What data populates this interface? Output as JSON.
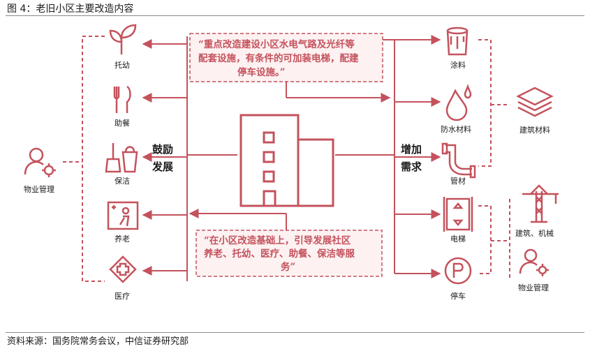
{
  "figure": {
    "title": "图 4：老旧小区主要改造内容"
  },
  "source": "资料来源：国务院常务会议，中信证券研究部",
  "colors": {
    "accent": "#c4525c"
  },
  "left_group": {
    "items": [
      {
        "label": "托幼",
        "icon": "sprout-icon"
      },
      {
        "label": "助餐",
        "icon": "cutlery-icon"
      },
      {
        "label": "保洁",
        "icon": "cleaning-icon"
      },
      {
        "label": "养老",
        "icon": "elderly-care-icon"
      },
      {
        "label": "医疗",
        "icon": "medical-cross-icon"
      }
    ],
    "actor": {
      "label": "物业管理",
      "icon": "person-gear-icon"
    },
    "arrow_label": [
      "鼓励",
      "发展"
    ]
  },
  "right_group": {
    "items": [
      {
        "label": "涂料",
        "icon": "paint-bucket-icon"
      },
      {
        "label": "防水材料",
        "icon": "water-drop-icon"
      },
      {
        "label": "管材",
        "icon": "pipe-icon"
      },
      {
        "label": "电梯",
        "icon": "elevator-icon"
      },
      {
        "label": "停车",
        "icon": "parking-icon"
      }
    ],
    "arrow_label": [
      "增加",
      "需求"
    ],
    "outputs": [
      {
        "label": "建筑材料",
        "icon": "layers-icon"
      },
      {
        "label": "建筑、机械",
        "icon": "crane-icon"
      },
      {
        "label": "物业管理",
        "icon": "person-gear-icon"
      }
    ]
  },
  "quotes": {
    "top": [
      "“重点改造建设小区水电气路及光纤等",
      "配套设施，有条件的可加装电梯，配建",
      "停车设施。”"
    ],
    "bottom": [
      "“在小区改造基础上，引导发展社区",
      "养老、托幼、医疗、助餐、保洁等服",
      "务”"
    ]
  }
}
